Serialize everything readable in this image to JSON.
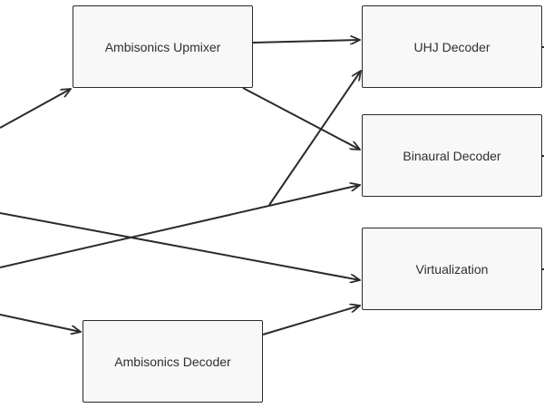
{
  "diagram": {
    "colors": {
      "stroke": "#2b2b2b",
      "node_fill": "#f8f8f8",
      "text": "#2f2f2f"
    },
    "nodes": [
      {
        "id": "upmixer",
        "label": "Ambisonics Upmixer"
      },
      {
        "id": "uhj",
        "label": "UHJ Decoder"
      },
      {
        "id": "binaural",
        "label": "Binaural Decoder"
      },
      {
        "id": "virtual",
        "label": "Virtualization"
      },
      {
        "id": "decoder",
        "label": "Ambisonics Decoder"
      }
    ],
    "edges": [
      {
        "from": "offscreen-left",
        "to": "upmixer"
      },
      {
        "from": "upmixer",
        "to": "uhj"
      },
      {
        "from": "upmixer",
        "to": "binaural"
      },
      {
        "from": "offscreen-left",
        "to": "binaural"
      },
      {
        "from": "offscreen-left",
        "to": "uhj"
      },
      {
        "from": "offscreen-left",
        "to": "virtual"
      },
      {
        "from": "offscreen-left",
        "to": "decoder"
      },
      {
        "from": "decoder",
        "to": "virtual"
      },
      {
        "from": "uhj",
        "to": "offscreen-right"
      },
      {
        "from": "binaural",
        "to": "offscreen-right"
      },
      {
        "from": "virtual",
        "to": "offscreen-right"
      }
    ]
  }
}
